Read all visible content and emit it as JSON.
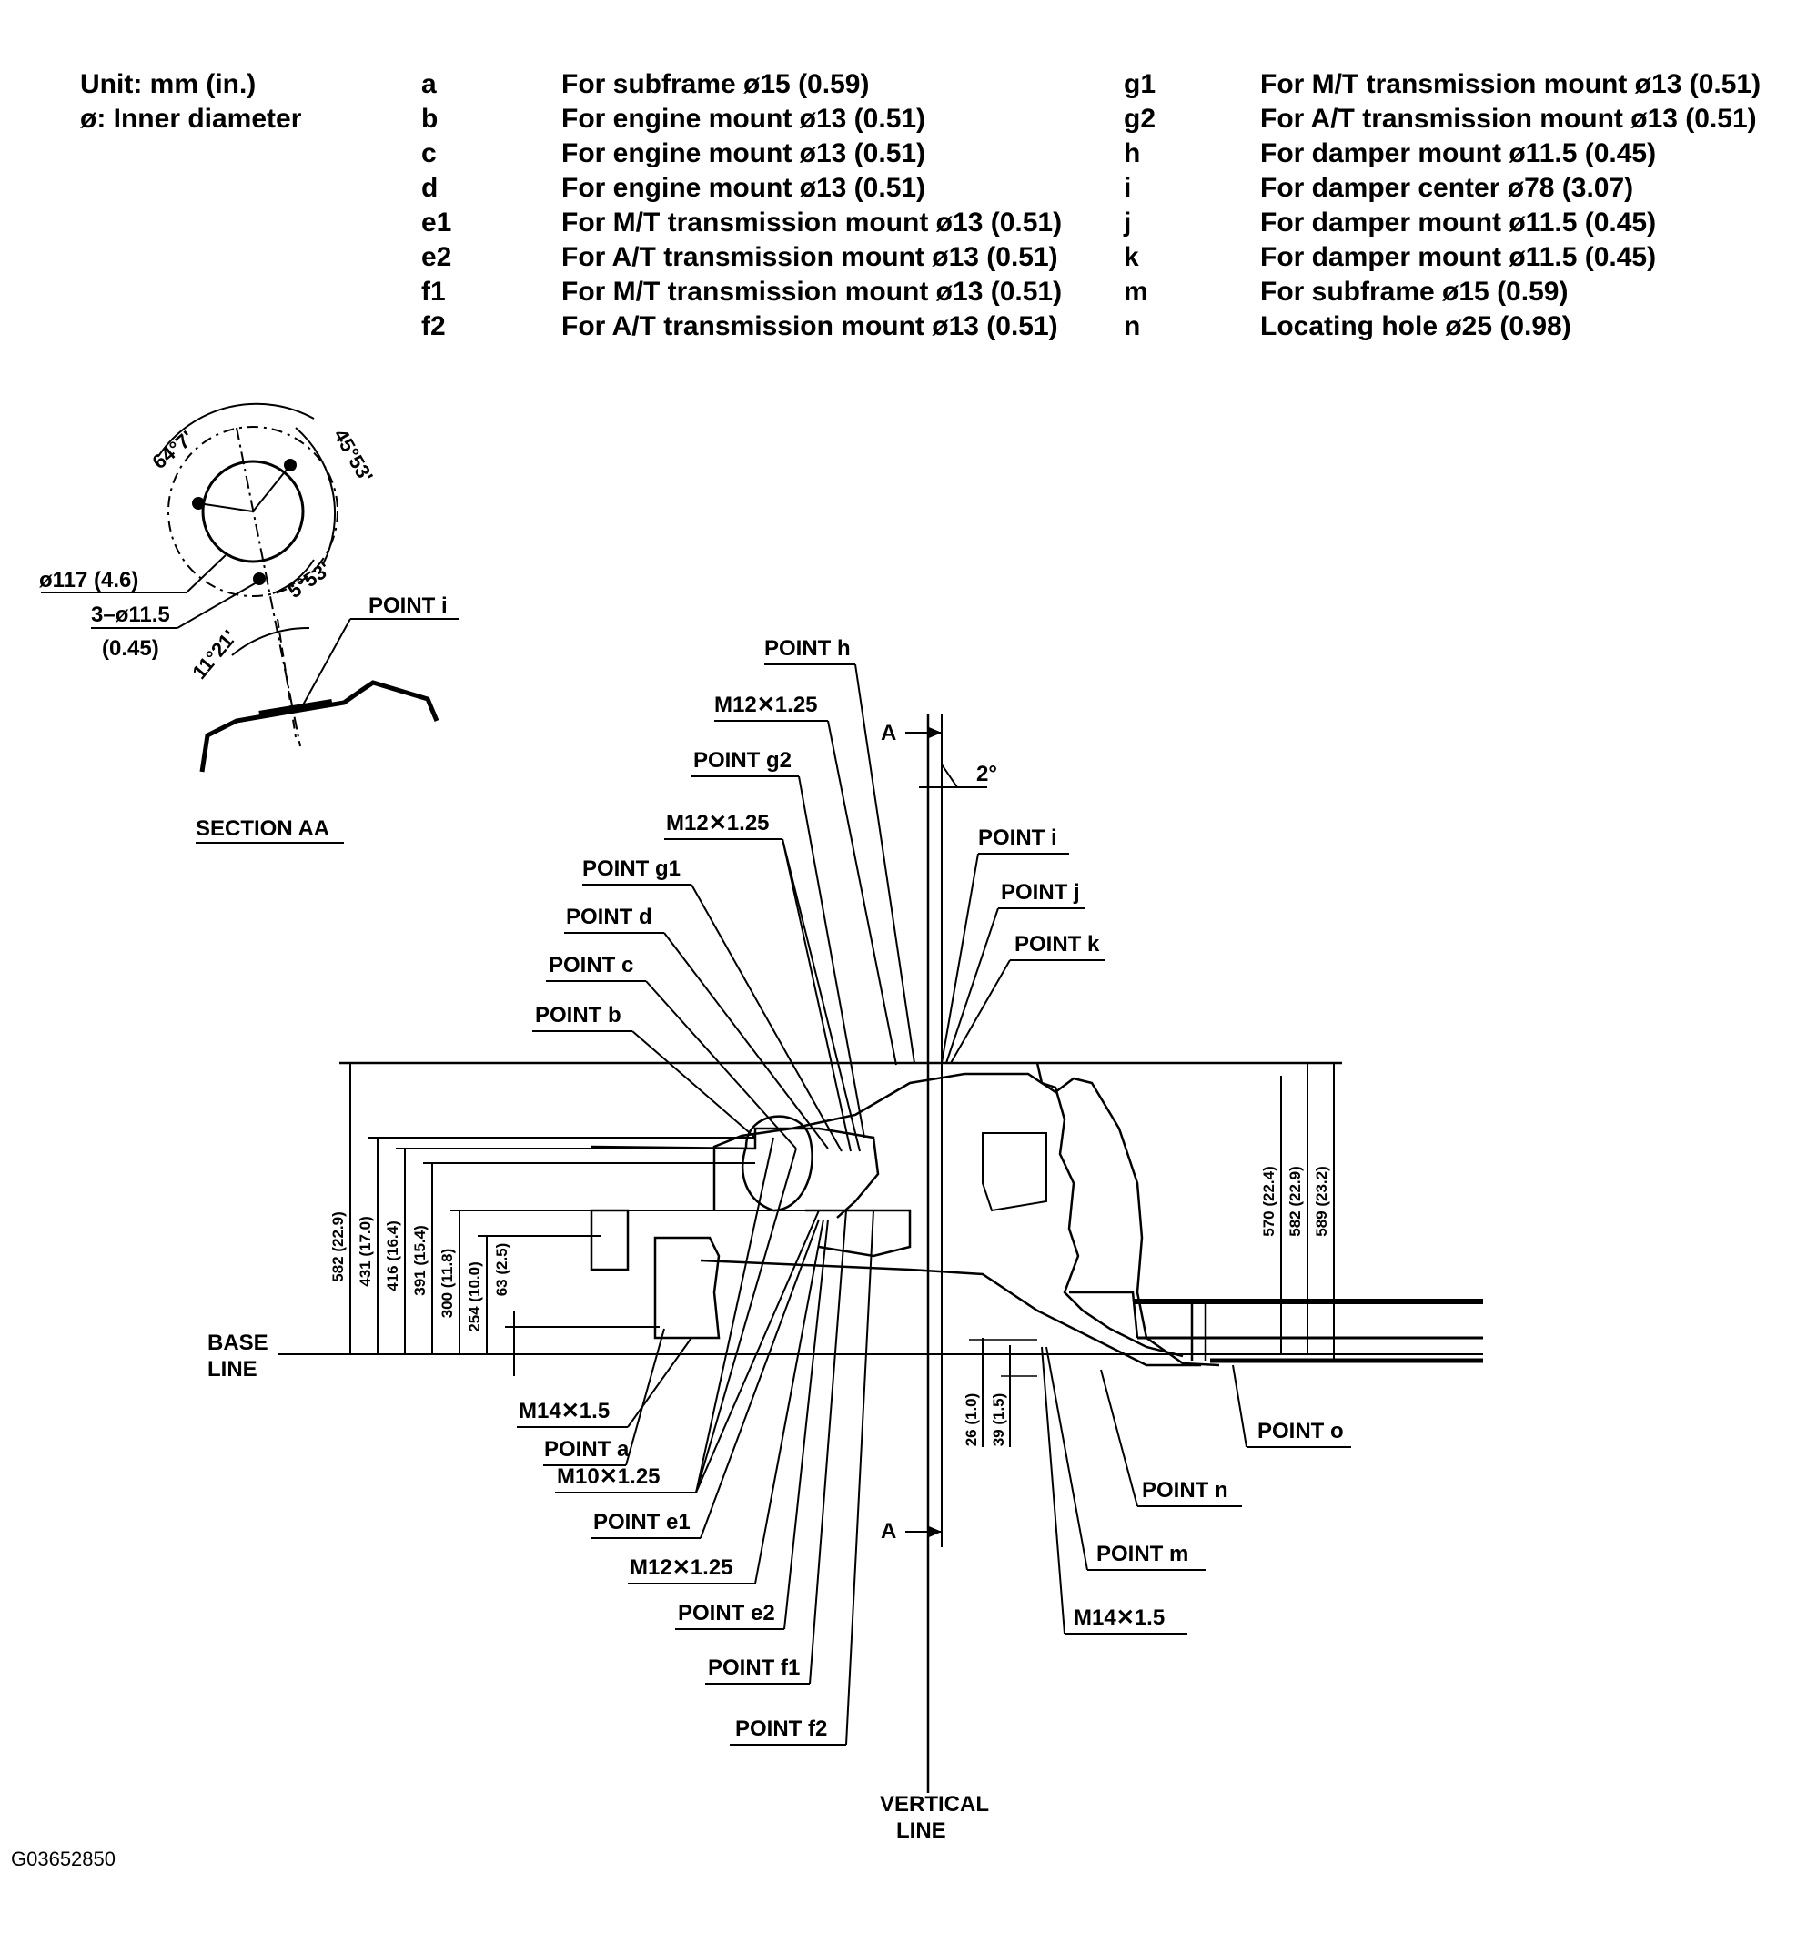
{
  "legend": {
    "unit": "Unit: mm (in.)",
    "inner_diameter": "ø: Inner diameter",
    "entries": [
      {
        "key": "a",
        "text": "For subframe ø15 (0.59)"
      },
      {
        "key": "b",
        "text": "For engine mount ø13 (0.51)"
      },
      {
        "key": "c",
        "text": "For engine mount ø13 (0.51)"
      },
      {
        "key": "d",
        "text": "For engine mount ø13 (0.51)"
      },
      {
        "key": "e1",
        "text": "For M/T transmission mount ø13 (0.51)"
      },
      {
        "key": "e2",
        "text": "For A/T transmission mount ø13 (0.51)"
      },
      {
        "key": "f1",
        "text": "For M/T transmission mount ø13 (0.51)"
      },
      {
        "key": "f2",
        "text": "For A/T transmission mount ø13 (0.51)"
      },
      {
        "key": "g1",
        "text": "For M/T transmission mount ø13 (0.51)"
      },
      {
        "key": "g2",
        "text": "For A/T transmission mount ø13 (0.51)"
      },
      {
        "key": "h",
        "text": "For damper mount ø11.5 (0.45)"
      },
      {
        "key": "i",
        "text": "For damper center ø78 (3.07)"
      },
      {
        "key": "j",
        "text": "For damper mount ø11.5 (0.45)"
      },
      {
        "key": "k",
        "text": "For damper mount ø11.5 (0.45)"
      },
      {
        "key": "m",
        "text": "For subframe ø15 (0.59)"
      },
      {
        "key": "n",
        "text": "Locating hole ø25 (0.98)"
      }
    ]
  },
  "section": {
    "angle_top_left": "64°7'",
    "angle_top_right": "45°53'",
    "angle_lower": "5°53'",
    "angle_bottom": "11°21'",
    "pcd": "ø117 (4.6)",
    "holes": "3–ø11.5",
    "holes_inch": "(0.45)",
    "point": "POINT i",
    "title": "SECTION  AA"
  },
  "main": {
    "point_h": "POINT h",
    "thread_1": "M12✕1.25",
    "point_g2": "POINT g2",
    "thread_2": "M12✕1.25",
    "point_g1": "POINT g1",
    "point_d": "POINT d",
    "point_c": "POINT c",
    "point_b": "POINT b",
    "point_i": "POINT i",
    "point_j": "POINT j",
    "point_k": "POINT k",
    "section_mark": "A",
    "angle_2": "2°",
    "base_line": "BASE",
    "base_line_2": "LINE",
    "thread_m14_left": "M14✕1.5",
    "point_a": "POINT a",
    "thread_m10": "M10✕1.25",
    "point_e1": "POINT e1",
    "thread_m12_bottom": "M12✕1.25",
    "point_e2": "POINT e2",
    "point_f1": "POINT f1",
    "point_f2": "POINT f2",
    "vertical_line": "VERTICAL",
    "vertical_line_2": "LINE",
    "point_o": "POINT o",
    "point_n": "POINT n",
    "point_m": "POINT m",
    "thread_m14_right": "M14✕1.5",
    "dim_582_left": "582 (22.9)",
    "dim_431": "431 (17.0)",
    "dim_416": "416 (16.4)",
    "dim_391": "391 (15.4)",
    "dim_300": "300 (11.8)",
    "dim_254": "254 (10.0)",
    "dim_63": "63 (2.5)",
    "dim_570": "570 (22.4)",
    "dim_582_right": "582 (22.9)",
    "dim_589": "589 (23.2)",
    "dim_26": "26 (1.0)",
    "dim_39": "39 (1.5)"
  },
  "figure_id": "G03652850"
}
